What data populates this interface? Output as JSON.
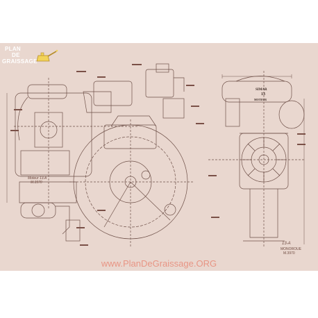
{
  "logo": {
    "line1": "PLAN",
    "line2": "DE",
    "line3": "GRAISSAGE",
    "icon": "oil-can-icon"
  },
  "drawing": {
    "engine_label_line1": "Moteur 13.A",
    "engine_label_line2": "M.3970",
    "plate_line1": "SIMAR",
    "plate_line2": "13",
    "plate_line3": "MOTEUR",
    "model_label": "13-A",
    "motor_label_line1": "MONOROUE",
    "motor_label_line2": "M.3970"
  },
  "watermark": "www.PlanDeGraissage.ORG",
  "colors": {
    "paper": "#e9d7cf",
    "ink": "#5a3a32",
    "logo_bg": "#d6b7ab",
    "watermark": "#e88a78"
  }
}
